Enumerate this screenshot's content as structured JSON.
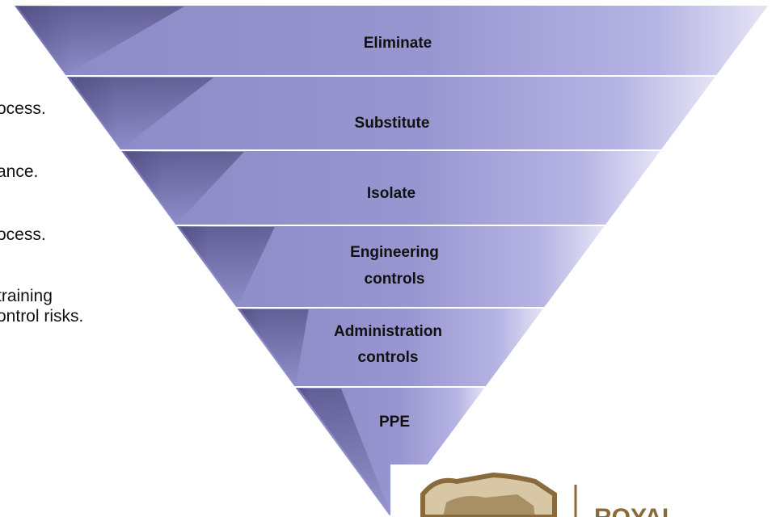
{
  "side_text": [
    "ocess.",
    "ance.",
    "ocess.",
    " training",
    "ontrol risks."
  ],
  "tiers": [
    {
      "name": "eliminate",
      "lines": [
        "Eliminate"
      ]
    },
    {
      "name": "substitute",
      "lines": [
        "Substitute"
      ]
    },
    {
      "name": "isolate",
      "lines": [
        "Isolate"
      ]
    },
    {
      "name": "engineering-controls",
      "lines": [
        "Engineering",
        "controls"
      ]
    },
    {
      "name": "administration-controls",
      "lines": [
        "Administration",
        "controls"
      ]
    },
    {
      "name": "ppe",
      "lines": [
        "PPE"
      ]
    }
  ],
  "logo": {
    "text": "ROYAL"
  },
  "colors": {
    "tier_fill": "#8e8cc8",
    "tier_light": "#b6b4e4",
    "tier_dark": "#4e4c84",
    "tier_border": "#ffffff",
    "logo_gold": "#8a6a3a"
  }
}
